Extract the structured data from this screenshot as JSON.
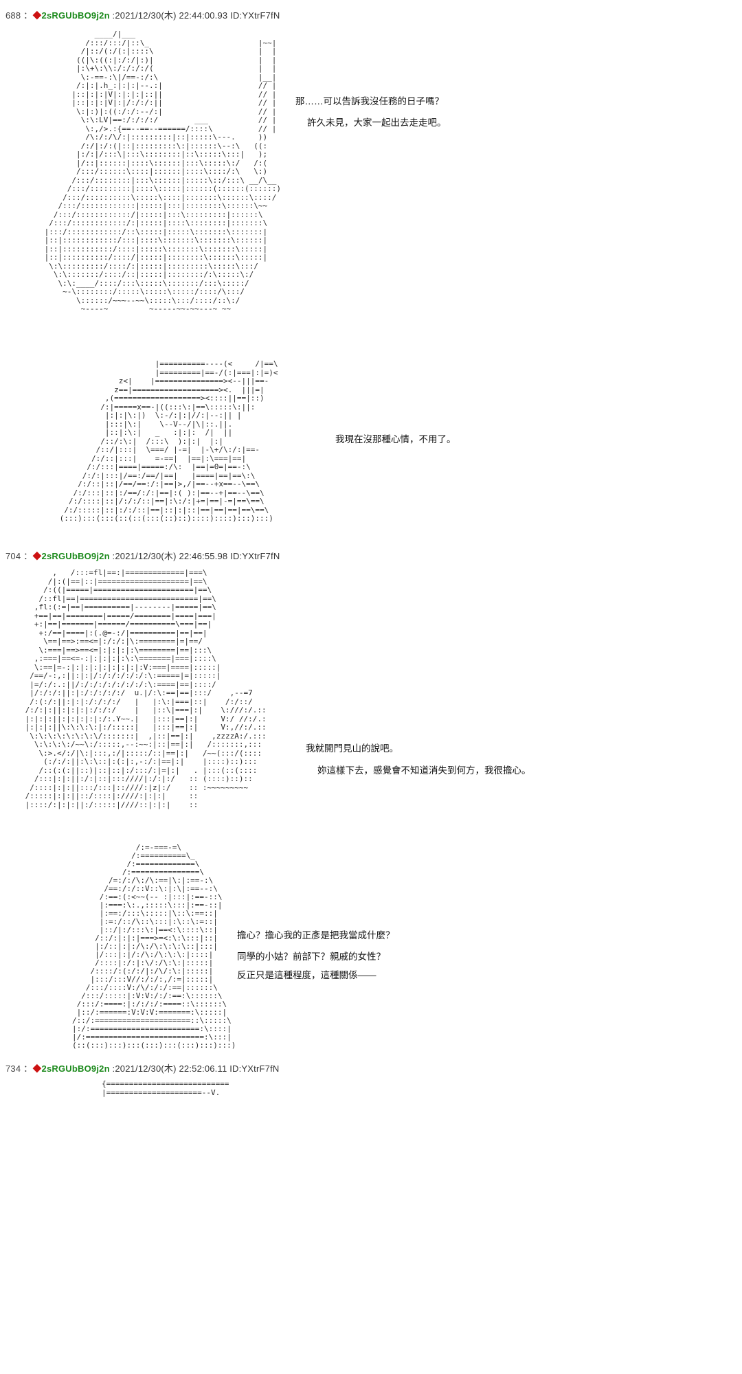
{
  "page": {
    "background": "#ffffff",
    "kind": "ascii-art-thread"
  },
  "colors": {
    "trip_diamond": "#cc1111",
    "trip_name": "#1c8a1c",
    "header_text": "#333333",
    "dialogue_text": "#111111"
  },
  "posts": [
    {
      "number": "688",
      "sep": " ：",
      "diamond": "◆",
      "trip": "2sRGUbBO9j2n",
      "meta": " :2021/12/30(木) 22:44:00.93 ID:YXtrF7fN"
    },
    {
      "number": "704",
      "sep": " ：",
      "diamond": "◆",
      "trip": "2sRGUbBO9j2n",
      "meta": " :2021/12/30(木) 22:46:55.98 ID:YXtrF7fN"
    },
    {
      "number": "734",
      "sep": " ：",
      "diamond": "◆",
      "trip": "2sRGUbBO9j2n",
      "meta": " :2021/12/30(木) 22:52:06.11 ID:YXtrF7fN"
    }
  ],
  "dialogue": {
    "p688_1a": "那……可以告訴我沒任務的日子嗎？",
    "p688_1b": "許久未見，大家一起出去走走吧。",
    "p688_2": "我現在沒那種心情，不用了。",
    "p704_1a": "我就開門見山的說吧。",
    "p704_1b": "妳這樣下去，感覺會不知道消失到何方，我很擔心。",
    "p704_2a": "擔心？擔心我的正彥是把我當成什麼？",
    "p704_2b": "同學的小姑？前部下？親戚的女性？",
    "p704_2c": "反正只是這種程度，這種關係——"
  },
  "ascii_art": {
    "a688_1": "            ____/|___\n          /:::/:::/|::\\_                        |~~|\n         /|::/(:/(:|::::\\                       |  |\n        ((|\\:((:|:/:/|:)|                       |  |\n        |:\\+\\:\\\\:/:/:/:/(                       |  |\n         \\:-==-:\\|/==-:/:\\                      |__|\n        /:|:|.h_:|:|:|--.:|                     // |\n       |::|:|:|V|:|:|:|::||                     // |\n       |::|:|:|V|:|/:/:/:||                     // |\n        \\:|:)|:((:/:/:--/:|                     // |\n         \\:\\:LV|==:/:/:/:/        ___           // |\n          \\:,/>.:{==--==--======/::::\\          // |\n          /\\:/:/\\/:|:::::::::|::|:::::\\---.     ))\n         /:/|:/:(|::|:::::::::\\:|::::::\\--:\\   ((:\n        |:/:|/:::\\|:::\\::::::::|::\\:::::\\:::|   );\n        |/::|::::::|::::\\::::::|:::\\:::::\\:/   /:(\n        /:::/::::::\\::::|::::::|::::\\::::/:\\   \\:)\n       /:::/::::::::|:::\\::::::|:::::\\::/:::\\ __/\\__\n      /:::/:::::::::|::::\\:::::|::::::(::::::(::::::)\n     /:::/::::::::::\\:::::\\::::|:::::::\\::::::\\::::/\n    /:::/::::::::::::|:::::|:::|::::::::\\::::::\\~~\n   /:::/::::::::::::/|:::::|:::\\:::::::::|::::::\\\n  /:::/::::::::::::/:|:::::|::::\\::::::::|:::::::\\\n |:::/::::::::::::/::\\:::::|:::::\\:::::::\\:::::::|\n |::|::::::::::::/:::|::::\\:::::::\\:::::::\\::::::|\n |::|:::::::::::/::::|:::::\\:::::::\\:::::::\\:::::|\n |::|::::::::::/::::/|:::::|::::::::\\::::::\\:::::|\n  \\:\\:::::::::/::::/:|:::::|:::::::::\\:::::\\:::/\n   \\:\\:::::::/::::/::|:::::|::::::::/:\\:::::\\:/\n    \\:\\:____/::::/:::\\:::::\\:::::::/:::\\:::::/\n     ~-\\::::::::/:::::\\:::::\\:::::/::::/\\:::/\n        \\::::::/~~~--~~\\:::::\\:::/::::/::\\:/\n         ~----~         ~-----~~-~~---~ ~~",
    "a688_2": "                      |==========----(<     /|==\\\n                      |=========|==-/(:|===|:|=)<\n              z<|    |===============><--|||==-\n             z==|===================><.  |||=|\n           ,(===================><::::||==|::)\n          /:|=====x==-|((:::\\:|==\\:::::\\:||:\n           |:|:|\\:|)  \\:-/:|:|//:|--:|| |\n           |:::|\\:|    \\--V--/|\\|::.||.\n           |::|:\\:|   _   :|:|:  /|  ||\n          /::/:\\:|  /:::\\  ):|:|  |:|\n         /::/|:::|  \\===/ |-=|  |-\\+/\\:/:|==-\n        /:/::|:::|    =-==|  |==|:\\===|==|\n       /:/:::|====|=====:/\\:  |==|=0=|==-:\\\n      /:/:|:::|/==:/==/|==|   |====|==|==\\:\\\n     /:/::|::|/==/==:/:|==|>,/|==--+x==--\\==\\\n    /:/:::|::|:/==/:/:|==|:( ):|==--+|==--\\==\\\n   /:/::::|::|/:/:/::|==|:\\:/:|+=|==|-=|==\\==\\\n  /:/:::::|::|:/:/::|==|::|:|::|==|==|==|==\\==\\\n (:::):::(:::(::(::(:::(::)::)::::)::::):::):::)",
    "a704_1": "       ,   /:::=fl|==:|=============|===\\\n      /|:(|==|::|====================|==\\\n     /:((|=====|======================|==\\\n    /::fl|==|==========================|==\\\n   ,fl:(:=|==|==========|--------|=====|==\\\n   +==|==|========|=====/========|====|===|\n   +:|==|=======|======/==========\\===|==|\n    +:/==|====|:(.@=-:/|==========|==|==|\n     \\==|==>:==<=|:/:/:|\\:========|=|==/\n    \\:===|==>==<=|:|:|:|:\\========|==|:::\\\n   ,:===|==<=-:|:|:|:|:\\:\\=======|===|::::\\\n   \\:==|=-:|:|:|:|:|:|:|:|:V:===|====|:::::|\n  /==/-:,:||:|:|/:/:/:/:/:/:\\:=====|=|:::::|\n  |=/:/:.:||/:/:/:/:/:/:/:/:\\:====|==|::::/\n  |/:/:/:||:|:/:/:/:/:/  u.|/:\\:==|==|:::/    ,--=7\n  /:(:/:||:|:|:/:/:/:/   |   |:\\:|===|::|    /:/::/\n /:/:|:||:|:|:|:/:/:/    |   |::\\|===|:|    \\:///:/.::\n |:|:|:||:|:|:|:|:/:.Y~~.|   |:::|==|:|     V:/ //:/.:\n |:|:|:||\\:\\:\\:\\:|:/:::::|   |:::|==|:|     V:,//:/.::\n  \\:\\:\\:\\:\\:\\:\\:\\/:::::::|  ,|::|==|:|    ,zzzzA:/.:::\n   \\:\\:\\:\\:/~~\\:/:::::,--:~~:|::|==|:|   /:::::::,:::\n    \\:>.</:/|\\:|:::,:/|:::::/::|==|:|   /~~(:::/(::::\n     (:/:/:||:\\:\\::|:(:|:,-:/:|==|:|    |::::)::):::\n    /::(:(:||::)|::|::|:/:::/:|=|:|   . |:::(::(::::\n   /:::|:|:||:/:|::|:::////|:/:|:/   :: (::::)::)::\n  /::::|:|:||:::/:::|::////:|z|:/    :: :~~~~~~~~~\n /:::::|:|:||::/::::|:////:|:|:|     ::\n |::::/:|:|:||:/:::::|////::|:|:|    ::",
    "a704_2": "              /:=-===-=\\\n             /:==========\\_\n            /:=============\\\n           /:===============\\\n        /=:/:/\\:/\\:==|\\:|:==-:\\\n       /==:/:/::V::\\:|:\\|:==--:\\\n      /:==:(:<~~(-- :|:::|:==-::\\\n      |:===:\\:.,:::::\\:::|:==-::|\n      |:==:/:::\\:::::|\\::\\:==::|\n      |:=:/::/\\::\\:::|:\\::\\:=::|\n      |::/|:/:::\\:|==<:\\::::\\::|\n     /::/:|:|:|===>=<:\\:\\:::|::|\n     |:/::|:|:/\\:/\\:\\:\\:\\::|:::|\n     |/:::|:|/:/\\:/\\:\\:\\:|::::|\n     /::::|:/:|:\\/:/\\:\\:|:::::|\n    /::::/:(:/:/|:/\\/:\\:|:::::|\n    |:::/:::V//:/:/:,/:=|:::::|\n   /:::/::::V:/\\/:/:/:==|::::::\\\n  /:::/:::::|:V:V:/:/:==:\\::::::\\\n /:::/:====:|:/:/:/:====::\\::::::\\\n |::/:======:V:V:V:=======:\\:::::|\n/::/:=====================::\\:::::\\\n|:/:========================:\\::::|\n|/:==========================:\\:::|\n(::(:::):::):::(:::):::(:::):::):::)",
    "a734_1": "{===========================\n|=====================--V."
  }
}
